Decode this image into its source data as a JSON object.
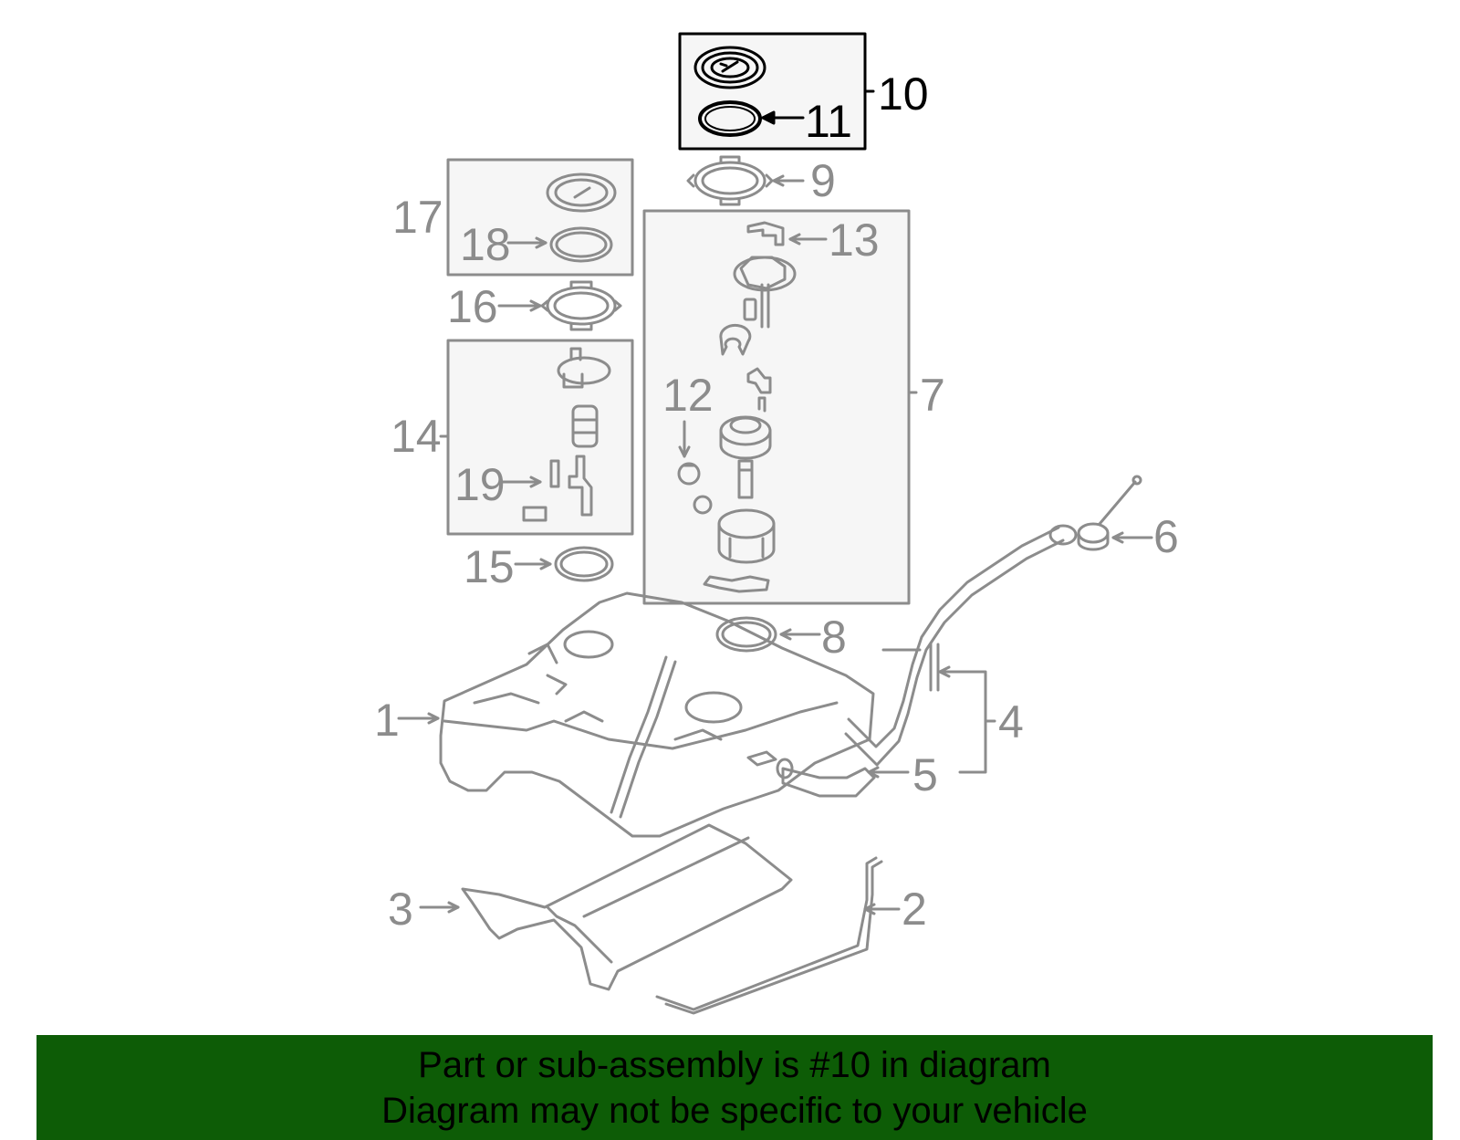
{
  "diagram": {
    "callouts": {
      "c1": "1",
      "c2": "2",
      "c3": "3",
      "c4": "4",
      "c5": "5",
      "c6": "6",
      "c7": "7",
      "c8": "8",
      "c9": "9",
      "c10": "10",
      "c11": "11",
      "c12": "12",
      "c13": "13",
      "c14": "14",
      "c15": "15",
      "c16": "16",
      "c17": "17",
      "c18": "18",
      "c19": "19"
    },
    "highlighted_part": "10",
    "colors": {
      "part_lines": "#8c8c8c",
      "highlight": "#000000",
      "box_fill": "#f6f6f6"
    }
  },
  "banner": {
    "line1": "Part or sub-assembly is #10 in diagram",
    "line2": "Diagram may not be specific to your vehicle",
    "background": "#0d5c06"
  }
}
